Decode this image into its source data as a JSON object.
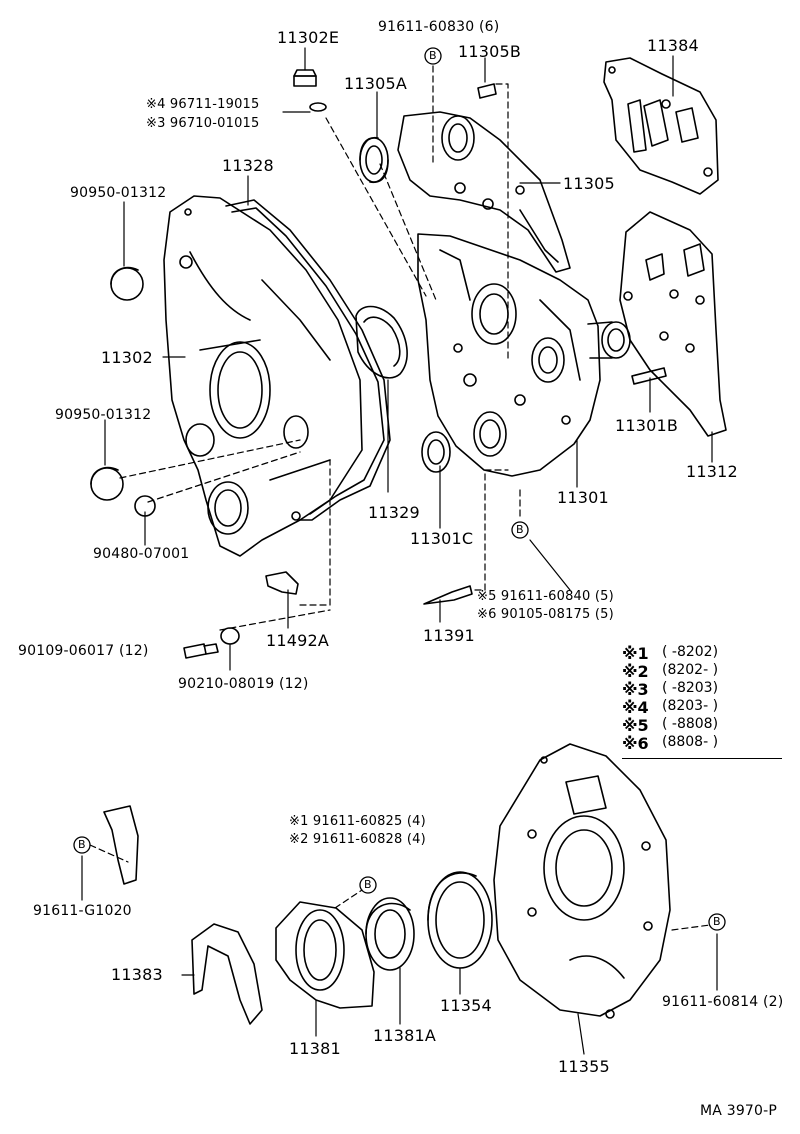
{
  "ref": "MA 3970-P",
  "circle_mark": "B",
  "parts": {
    "p11302E": "11302E",
    "p91611_60830": "91611-60830 (6)",
    "p11305B": "11305B",
    "p11384": "11384",
    "p96711": "※4  96711-19015",
    "p96710": "※3  96710-01015",
    "p11305A": "11305A",
    "p11305": "11305",
    "p11328": "11328",
    "p90950_a": "90950-01312",
    "p11302": "11302",
    "p90950_b": "90950-01312",
    "p11329": "11329",
    "p11301B": "11301B",
    "p11312": "11312",
    "p11301": "11301",
    "p90480": "90480-07001",
    "p11301C": "11301C",
    "p91611_60840": "※5  91611-60840 (5)",
    "p90105": "※6  90105-08175 (5)",
    "p11492A": "11492A",
    "p11391": "11391",
    "p90109": "90109-06017 (12)",
    "p90210": "90210-08019 (12)",
    "p91611_60825": "※1  91611-60825 (4)",
    "p91611_60828": "※2  91611-60828 (4)",
    "p91611_G1020": "91611-G1020",
    "p11383": "11383",
    "p11354": "11354",
    "p91611_60814": "91611-60814 (2)",
    "p11381": "11381",
    "p11381A": "11381A",
    "p11355": "11355"
  },
  "legend": [
    {
      "mark": "※1",
      "range": "(        -8202)"
    },
    {
      "mark": "※2",
      "range": "(8202-        )"
    },
    {
      "mark": "※3",
      "range": "(        -8203)"
    },
    {
      "mark": "※4",
      "range": "(8203-        )"
    },
    {
      "mark": "※5",
      "range": "(        -8808)"
    },
    {
      "mark": "※6",
      "range": "(8808-        )"
    }
  ]
}
